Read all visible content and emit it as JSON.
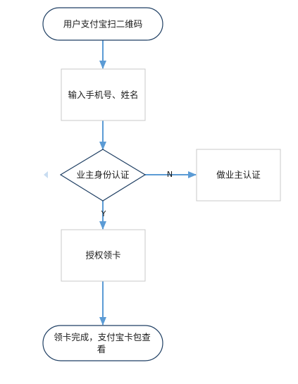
{
  "flowchart": {
    "start": "用户支付宝扫二维码",
    "input_step": "输入手机号、姓名",
    "decision": "业主身份认证",
    "no_branch_step": "做业主认证",
    "authorize_step": "授权领卡",
    "end_line1": "领卡完成，支付宝卡包查",
    "end_line2": "看",
    "label_no": "N",
    "label_yes": "Y"
  },
  "colors": {
    "stroke": "#1f3f63",
    "box_border": "#c8c8c8",
    "arrow": "#5b9bd5",
    "marker": "#c9ddf1"
  }
}
